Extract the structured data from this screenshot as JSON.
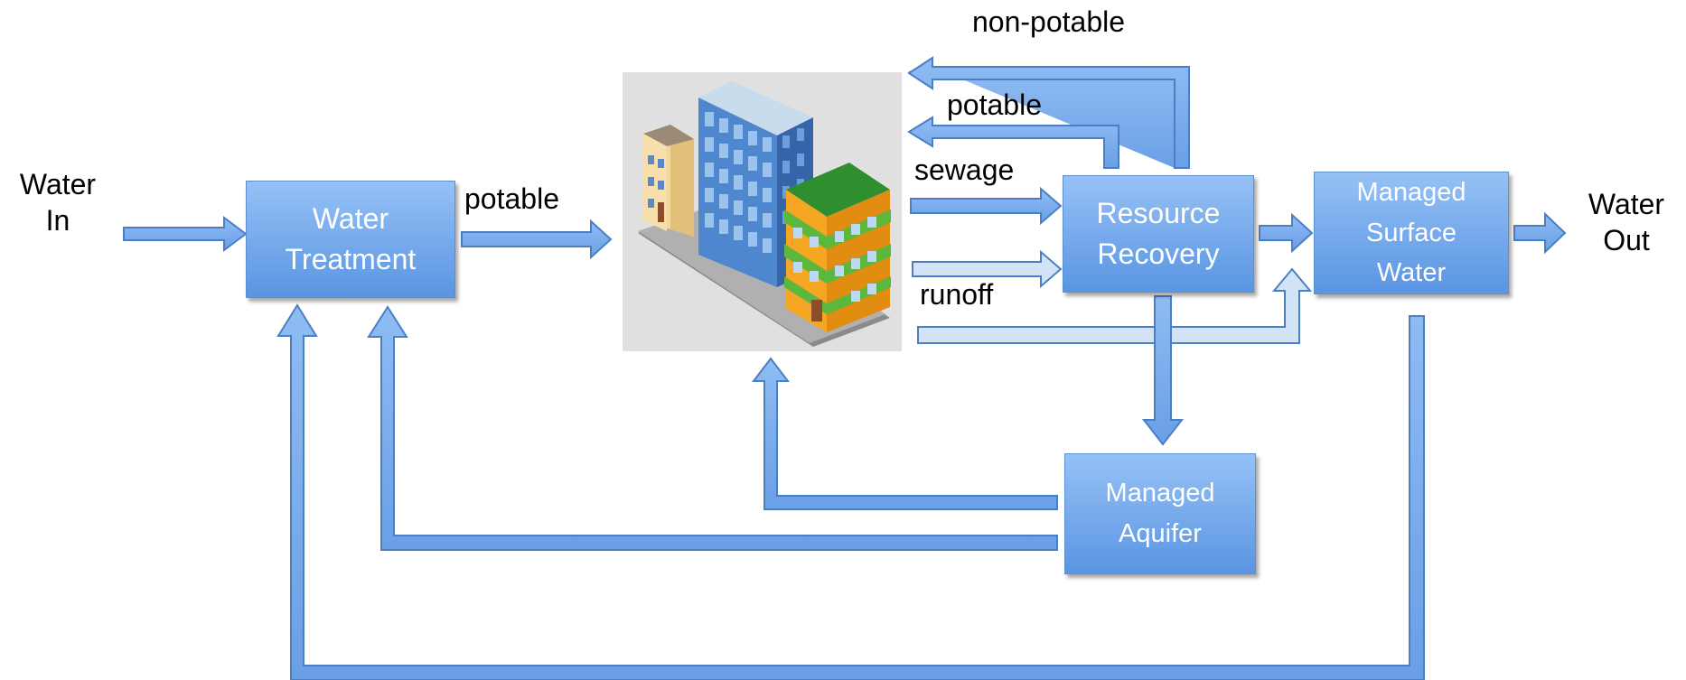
{
  "colors": {
    "arrow_fill": "#7eb0ee",
    "arrow_stroke": "#4a7fc6",
    "box_top": "#96c1f6",
    "box_bottom": "#5a95e2",
    "box_text": "#ffffff",
    "runoff_fill": "#c9dcf3",
    "image_bg": "#e0e0e0"
  },
  "labels": {
    "water_in": "Water\nIn",
    "water_out": "Water\nOut",
    "potable_in": "potable",
    "non_potable": "non-potable",
    "potable_return": "potable",
    "sewage": "sewage",
    "runoff": "runoff"
  },
  "nodes": {
    "water_treatment": "Water\nTreatment",
    "resource_recovery": "Resource\nRecovery",
    "managed_surface_water": "Managed\nSurface\nWater",
    "managed_aquifer": "Managed\nAquifer"
  },
  "image": {
    "icon": "city-buildings-icon"
  }
}
